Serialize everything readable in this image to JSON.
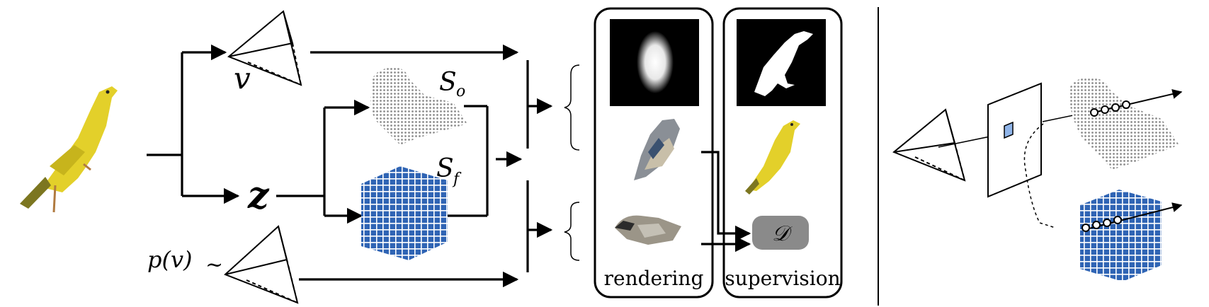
{
  "labels": {
    "view": "v",
    "latent": "z",
    "occupancy_sub": "o",
    "feature_sub": "f",
    "occupancy_main": "S",
    "feature_main": "S",
    "prior_view": "p(v)",
    "tilde": "~",
    "discriminator": "𝒟",
    "rendering": "rendering",
    "supervision": "supervision"
  },
  "colors": {
    "bird_yellow": "#e3d02a",
    "bird_dark": "#7c7620",
    "grid_blue": "#2f64b4",
    "discriminator_fill": "#8a8a8a",
    "box_stroke": "#000000",
    "point_cloud": "#9a9a9a",
    "image_patch": "#8fb4e8"
  }
}
